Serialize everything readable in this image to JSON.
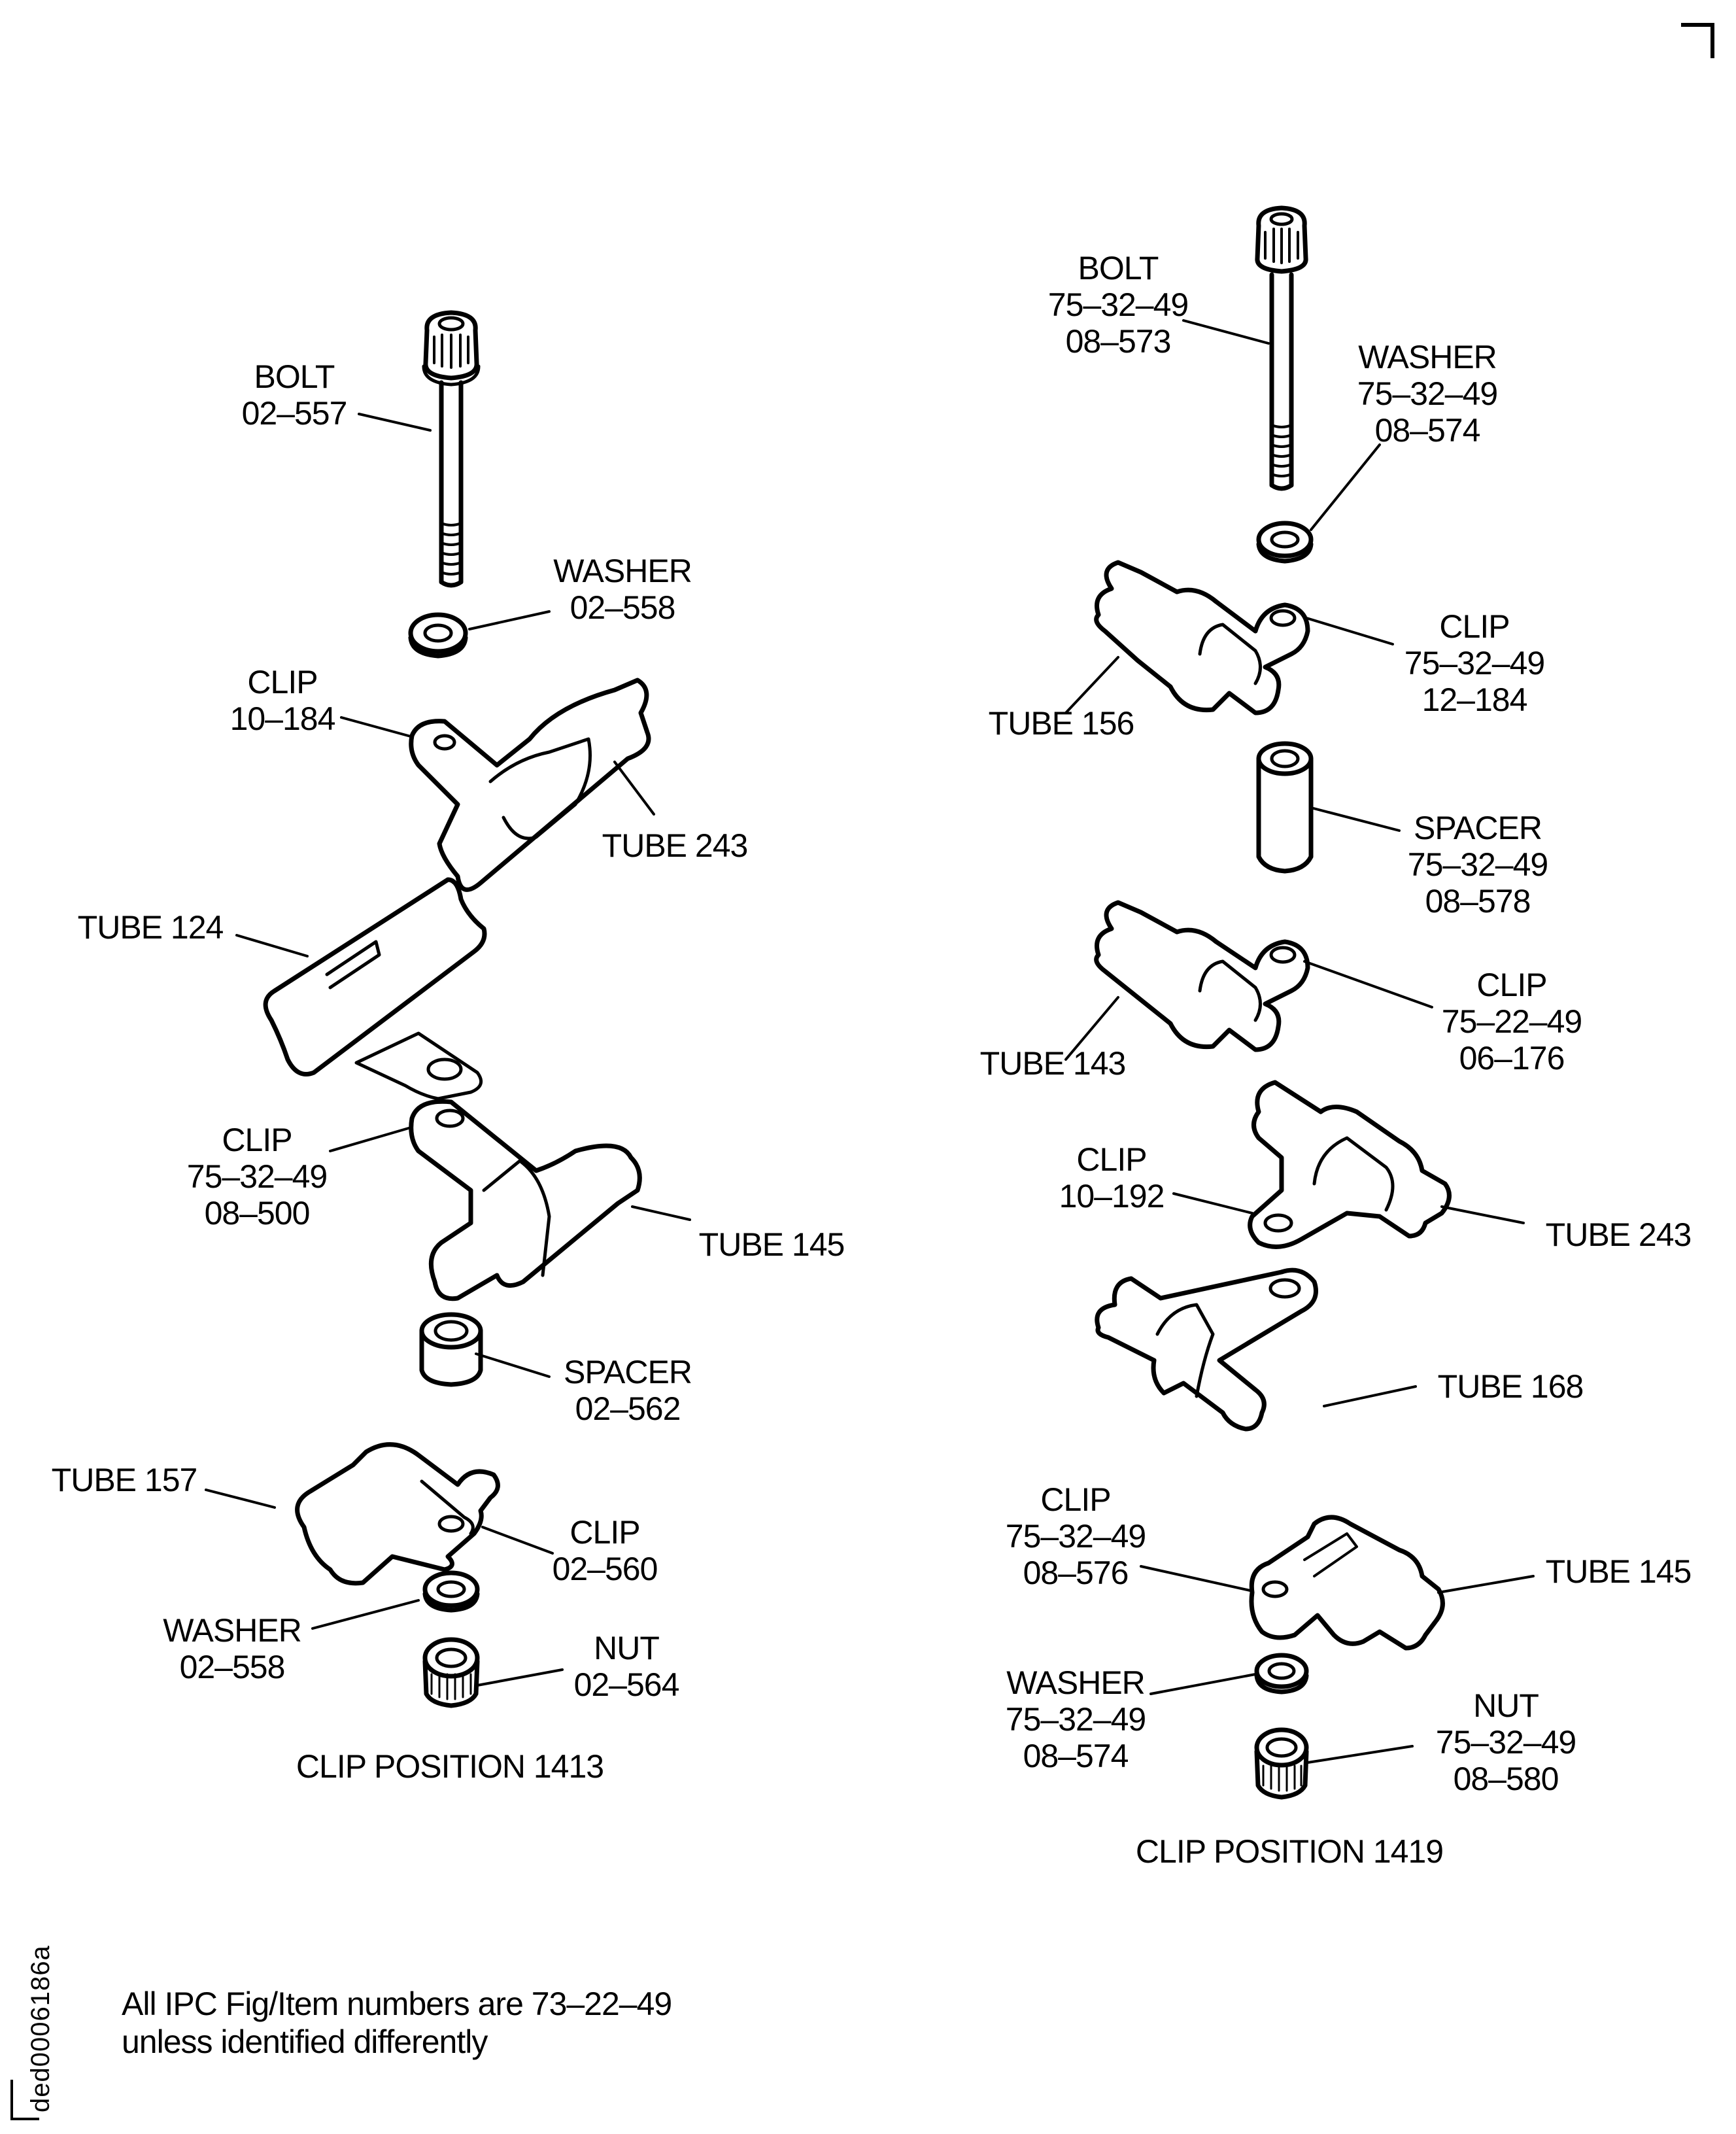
{
  "figure": {
    "doc_id": "ded0006186a",
    "note_lines": [
      "All IPC Fig/Item numbers are 73–22–49",
      "unless identified differently"
    ]
  },
  "left_assembly": {
    "caption": "CLIP POSITION 1413",
    "callouts": [
      {
        "id": "bolt",
        "lines": [
          "BOLT",
          "02–557"
        ]
      },
      {
        "id": "washer-top",
        "lines": [
          "WASHER",
          "02–558"
        ]
      },
      {
        "id": "clip-1",
        "lines": [
          "CLIP",
          "10–184"
        ]
      },
      {
        "id": "tube-243",
        "lines": [
          "TUBE 243"
        ]
      },
      {
        "id": "tube-124",
        "lines": [
          "TUBE 124"
        ]
      },
      {
        "id": "clip-2",
        "lines": [
          "CLIP",
          "75–32–49",
          "08–500"
        ]
      },
      {
        "id": "tube-145",
        "lines": [
          "TUBE 145"
        ]
      },
      {
        "id": "spacer",
        "lines": [
          "SPACER",
          "02–562"
        ]
      },
      {
        "id": "tube-157",
        "lines": [
          "TUBE 157"
        ]
      },
      {
        "id": "clip-3",
        "lines": [
          "CLIP",
          "02–560"
        ]
      },
      {
        "id": "washer-bottom",
        "lines": [
          "WASHER",
          "02–558"
        ]
      },
      {
        "id": "nut",
        "lines": [
          "NUT",
          "02–564"
        ]
      }
    ]
  },
  "right_assembly": {
    "caption": "CLIP POSITION 1419",
    "callouts": [
      {
        "id": "bolt",
        "lines": [
          "BOLT",
          "75–32–49",
          "08–573"
        ]
      },
      {
        "id": "washer-top",
        "lines": [
          "WASHER",
          "75–32–49",
          "08–574"
        ]
      },
      {
        "id": "clip-1",
        "lines": [
          "CLIP",
          "75–32–49",
          "12–184"
        ]
      },
      {
        "id": "tube-156",
        "lines": [
          "TUBE 156"
        ]
      },
      {
        "id": "spacer",
        "lines": [
          "SPACER",
          "75–32–49",
          "08–578"
        ]
      },
      {
        "id": "clip-2",
        "lines": [
          "CLIP",
          "75–22–49",
          "06–176"
        ]
      },
      {
        "id": "tube-143",
        "lines": [
          "TUBE 143"
        ]
      },
      {
        "id": "clip-3",
        "lines": [
          "CLIP",
          "10–192"
        ]
      },
      {
        "id": "tube-243",
        "lines": [
          "TUBE 243"
        ]
      },
      {
        "id": "tube-168",
        "lines": [
          "TUBE 168"
        ]
      },
      {
        "id": "clip-4",
        "lines": [
          "CLIP",
          "75–32–49",
          "08–576"
        ]
      },
      {
        "id": "tube-145",
        "lines": [
          "TUBE 145"
        ]
      },
      {
        "id": "washer-bottom",
        "lines": [
          "WASHER",
          "75–32–49",
          "08–574"
        ]
      },
      {
        "id": "nut",
        "lines": [
          "NUT",
          "75–32–49",
          "08–580"
        ]
      }
    ]
  }
}
